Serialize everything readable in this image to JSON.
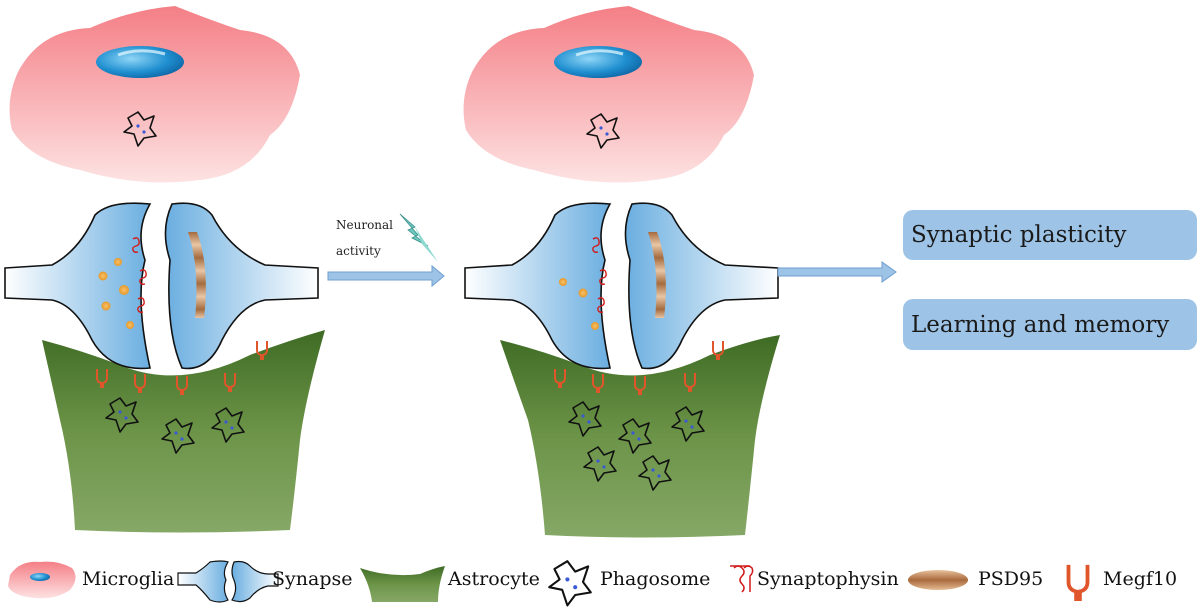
{
  "arrow_label": [
    "Neuronal",
    "activity"
  ],
  "outcomes": [
    "Synaptic plasticity",
    "Learning and memory"
  ],
  "legend": [
    {
      "icon": "microglia-icon",
      "label": "Microglia"
    },
    {
      "icon": "synapse-icon",
      "label": "Synapse"
    },
    {
      "icon": "astrocyte-icon",
      "label": "Astrocyte"
    },
    {
      "icon": "phagosome-icon",
      "label": "Phagosome"
    },
    {
      "icon": "synaptophysin-icon",
      "label": "Synaptophysin"
    },
    {
      "icon": "psd95-icon",
      "label": "PSD95"
    },
    {
      "icon": "megf10-icon",
      "label": "Megf10"
    }
  ],
  "colors": {
    "microglia": "#f7a3a7",
    "astrocyte": "#4f7a2e",
    "synapse": "#bcdcf2",
    "outcome_box": "#9dc3e6",
    "arrow": "#9dc3e6",
    "synaptophysin": "#d11a1a",
    "megf10": "#e0552a",
    "psd95": "#b0784a"
  }
}
